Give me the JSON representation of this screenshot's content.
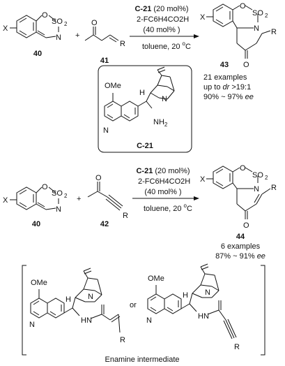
{
  "reaction1": {
    "reagent_num": "40",
    "ketone_num": "41",
    "product_num": "43",
    "catalyst": "C-21",
    "catalyst_loading": " (20 mol%)",
    "acid": "2-FC",
    "acid_rest": "H",
    "acid_loading": "(40 mol% )",
    "conditions": "toluene, 20 ",
    "temp_unit": "C",
    "results": {
      "examples": "21 examples",
      "dr_prefix": "up to ",
      "dr": "dr",
      "dr_value": " >19:1",
      "ee_prefix": "90% ~ 97% ",
      "ee": "ee"
    }
  },
  "catalyst_box": {
    "label": "C-21",
    "ome": "OMe",
    "h": "H",
    "n": "N",
    "nh2": "NH",
    "nh2_sub": "2",
    "quin_n": "N"
  },
  "reaction2": {
    "reagent_num": "40",
    "ynone_num": "42",
    "product_num": "44",
    "catalyst": "C-21",
    "catalyst_loading": " (20 mol%)",
    "acid": "2-FC",
    "acid_rest": "H",
    "acid_loading": "(40 mol% )",
    "conditions": "toluene, 20 ",
    "temp_unit": "C",
    "results": {
      "examples": "6 examples",
      "ee_prefix": "87% ~ 91% ",
      "ee": "ee"
    }
  },
  "enamine": {
    "caption": "Enamine intermediate",
    "or": "or",
    "ome": "OMe",
    "h": "H",
    "n": "N",
    "nh": "N",
    "hh": "H",
    "r": "R",
    "quin_n": "N"
  },
  "atoms": {
    "x": "X",
    "o": "O",
    "s": "S",
    "so2": "SO",
    "two": "2",
    "n": "N",
    "r": "R",
    "plus": "+",
    "six": "6",
    "four": "4",
    "co2": "CO",
    "deg": "o"
  }
}
